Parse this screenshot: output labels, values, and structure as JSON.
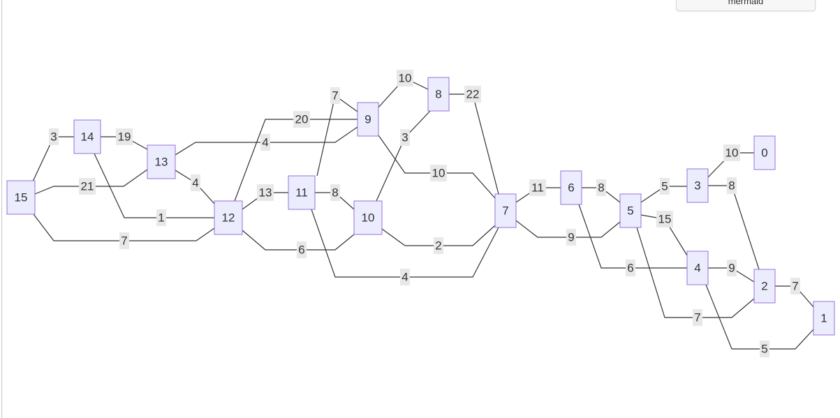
{
  "header": {
    "tab_label": "mermaid"
  },
  "graph": {
    "nodes": [
      {
        "id": "n15",
        "label": "15"
      },
      {
        "id": "n14",
        "label": "14"
      },
      {
        "id": "n13",
        "label": "13"
      },
      {
        "id": "n12",
        "label": "12"
      },
      {
        "id": "n11",
        "label": "11"
      },
      {
        "id": "n10",
        "label": "10"
      },
      {
        "id": "n9",
        "label": "9"
      },
      {
        "id": "n8",
        "label": "8"
      },
      {
        "id": "n7",
        "label": "7"
      },
      {
        "id": "n6",
        "label": "6"
      },
      {
        "id": "n5",
        "label": "5"
      },
      {
        "id": "n4",
        "label": "4"
      },
      {
        "id": "n3",
        "label": "3"
      },
      {
        "id": "n2",
        "label": "2"
      },
      {
        "id": "n1",
        "label": "1"
      },
      {
        "id": "n0",
        "label": "0"
      }
    ],
    "edges": [
      {
        "from": "15",
        "to": "14",
        "weight": "3"
      },
      {
        "from": "15",
        "to": "13",
        "weight": "21"
      },
      {
        "from": "15",
        "to": "12",
        "weight": "7"
      },
      {
        "from": "14",
        "to": "13",
        "weight": "19"
      },
      {
        "from": "14",
        "to": "12",
        "weight": "1"
      },
      {
        "from": "13",
        "to": "12",
        "weight": "4"
      },
      {
        "from": "13",
        "to": "9",
        "weight": "4"
      },
      {
        "from": "12",
        "to": "9",
        "weight": "20"
      },
      {
        "from": "12",
        "to": "11",
        "weight": "13"
      },
      {
        "from": "12",
        "to": "10",
        "weight": "6"
      },
      {
        "from": "11",
        "to": "9",
        "weight": "7"
      },
      {
        "from": "11",
        "to": "10",
        "weight": "8"
      },
      {
        "from": "11",
        "to": "7",
        "weight": "4"
      },
      {
        "from": "10",
        "to": "8",
        "weight": "3"
      },
      {
        "from": "10",
        "to": "7",
        "weight": "2"
      },
      {
        "from": "9",
        "to": "8",
        "weight": "10"
      },
      {
        "from": "9",
        "to": "7",
        "weight": "10"
      },
      {
        "from": "8",
        "to": "7",
        "weight": "22"
      },
      {
        "from": "7",
        "to": "6",
        "weight": "11"
      },
      {
        "from": "7",
        "to": "5",
        "weight": "9"
      },
      {
        "from": "6",
        "to": "5",
        "weight": "8"
      },
      {
        "from": "6",
        "to": "4",
        "weight": "6"
      },
      {
        "from": "5",
        "to": "3",
        "weight": "5"
      },
      {
        "from": "5",
        "to": "4",
        "weight": "15"
      },
      {
        "from": "5",
        "to": "2",
        "weight": "7"
      },
      {
        "from": "4",
        "to": "2",
        "weight": "9"
      },
      {
        "from": "4",
        "to": "1",
        "weight": "5"
      },
      {
        "from": "3",
        "to": "2",
        "weight": "8"
      },
      {
        "from": "3",
        "to": "0",
        "weight": "10"
      },
      {
        "from": "2",
        "to": "1",
        "weight": "7"
      }
    ]
  },
  "colors": {
    "node_fill": "#ECECFF",
    "node_stroke": "#9370DB",
    "edge": "#333333",
    "label_bg": "#e8e8e8"
  }
}
